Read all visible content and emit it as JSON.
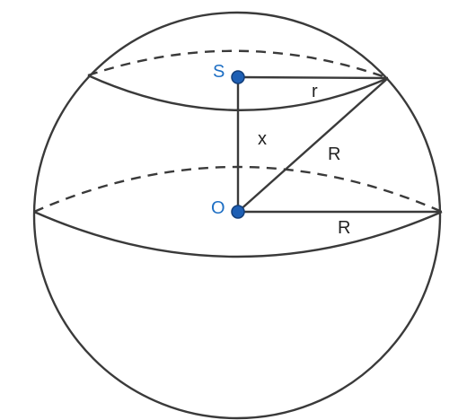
{
  "labels": {
    "S": "S",
    "O": "O",
    "r": "r",
    "x": "x",
    "R_hyp": "R",
    "R_radius": "R"
  },
  "colors": {
    "line": "#3a3a3a",
    "point_fill": "#1e5fb4",
    "point_label": "#1e6fc4",
    "text": "#222222"
  }
}
